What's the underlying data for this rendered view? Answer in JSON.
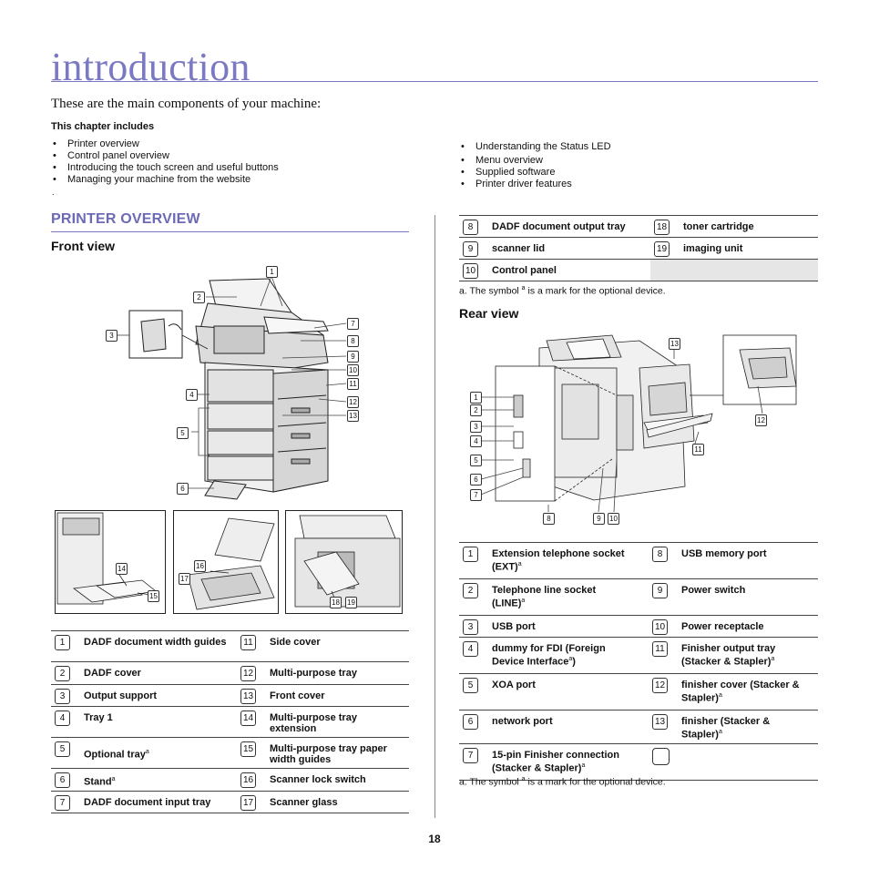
{
  "page": {
    "title": "introduction",
    "subtitle": "These are the main components of your machine:",
    "chapter_heading": "This chapter includes",
    "chapter_left": [
      "Printer overview",
      "Control panel overview",
      "Introducing the touch screen and useful buttons",
      "Managing your machine from the website"
    ],
    "chapter_left_trailing": ".",
    "chapter_right": [
      "Understanding the Status LED",
      "Menu overview",
      "Supplied software",
      "Printer driver features"
    ],
    "section_title": "PRINTER OVERVIEW",
    "front_view_title": "Front view",
    "rear_view_title": "Rear view",
    "footnote_prefix": "a. The symbol ",
    "footnote_sup": "a",
    "footnote_suffix": " is a mark for the optional device.",
    "page_number": "18"
  },
  "front_table": [
    {
      "n1": "1",
      "t1": "DADF document width guides",
      "s1": "",
      "n2": "11",
      "t2": "Side cover",
      "s2": ""
    },
    {
      "n1": "2",
      "t1": "DADF cover",
      "s1": "",
      "n2": "12",
      "t2": "Multi-purpose tray",
      "s2": ""
    },
    {
      "n1": "3",
      "t1": "Output support",
      "s1": "",
      "n2": "13",
      "t2": "Front cover",
      "s2": ""
    },
    {
      "n1": "4",
      "t1": "Tray 1",
      "s1": "",
      "n2": "14",
      "t2": "Multi-purpose tray extension",
      "s2": ""
    },
    {
      "n1": "5",
      "t1": "Optional tray",
      "s1": "a",
      "n2": "15",
      "t2": "Multi-purpose tray paper width guides",
      "s2": ""
    },
    {
      "n1": "6",
      "t1": "Stand",
      "s1": "a",
      "n2": "16",
      "t2": "Scanner lock switch",
      "s2": ""
    },
    {
      "n1": "7",
      "t1": "DADF document input tray",
      "s1": "",
      "n2": "17",
      "t2": "Scanner glass",
      "s2": ""
    }
  ],
  "front_cont_table": [
    {
      "n1": "8",
      "t1": "DADF document output tray",
      "n2": "18",
      "t2": "toner cartridge"
    },
    {
      "n1": "9",
      "t1": "scanner lid",
      "n2": "19",
      "t2": "imaging unit"
    },
    {
      "n1": "10",
      "t1": "Control panel",
      "n2": "",
      "t2": ""
    }
  ],
  "rear_table": [
    {
      "n1": "1",
      "t1a": "Extension telephone socket",
      "t1b": "(EXT)",
      "s1": "a",
      "n2": "8",
      "t2a": "USB memory port",
      "t2b": "",
      "s2": ""
    },
    {
      "n1": "2",
      "t1a": "Telephone line socket",
      "t1b": "(LINE)",
      "s1": "a",
      "n2": "9",
      "t2a": "Power switch",
      "t2b": "",
      "s2": ""
    },
    {
      "n1": "3",
      "t1a": "USB port",
      "t1b": "",
      "s1": "",
      "n2": "10",
      "t2a": "Power receptacle",
      "t2b": "",
      "s2": ""
    },
    {
      "n1": "4",
      "t1a": "dummy for FDI (Foreign",
      "t1b": "Device Interface",
      "s1": "a",
      "t1c": ")",
      "n2": "11",
      "t2a": "Finisher output tray",
      "t2b": "(Stacker & Stapler)",
      "s2": "a"
    },
    {
      "n1": "5",
      "t1a": "XOA port",
      "t1b": "",
      "s1": "",
      "n2": "12",
      "t2a": "finisher cover (Stacker &",
      "t2b": "Stapler)",
      "s2": "a"
    },
    {
      "n1": "6",
      "t1a": "network port",
      "t1b": "",
      "s1": "",
      "n2": "13",
      "t2a": "finisher (Stacker & Stapler)",
      "t2b": "",
      "s2": "a"
    },
    {
      "n1": "7",
      "t1a": "15-pin Finisher connection",
      "t1b": "(Stacker & Stapler)",
      "s1": "a",
      "n2": "",
      "t2a": "",
      "t2b": "",
      "s2": ""
    }
  ],
  "front_callouts": [
    "1",
    "2",
    "3",
    "4",
    "5",
    "6",
    "7",
    "8",
    "9",
    "10",
    "11",
    "12",
    "13"
  ],
  "inset_callouts": [
    "14",
    "15",
    "16",
    "17",
    "18",
    "19"
  ],
  "rear_callouts": [
    "1",
    "2",
    "3",
    "4",
    "5",
    "6",
    "7",
    "8",
    "9",
    "10",
    "11",
    "12",
    "13"
  ]
}
